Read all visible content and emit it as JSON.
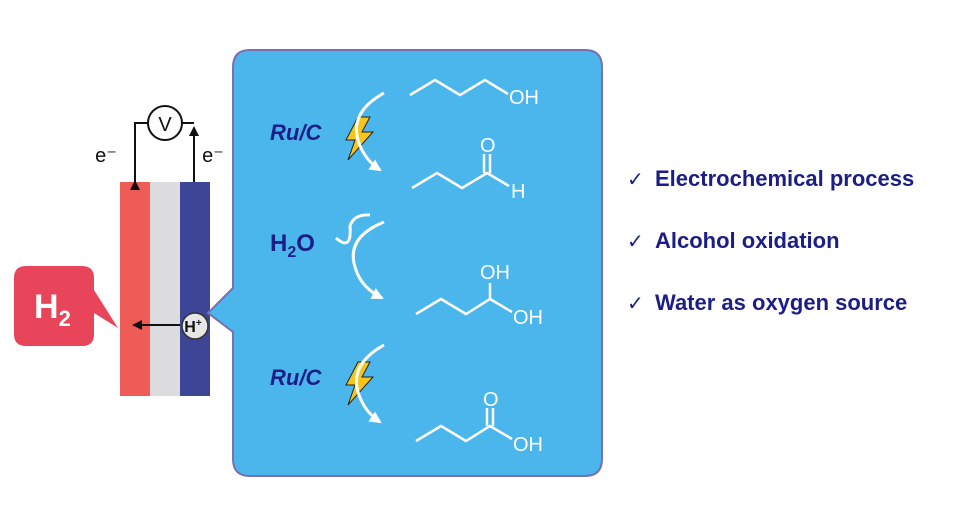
{
  "cell": {
    "electron_left": "e⁻",
    "electron_right": "e⁻",
    "voltmeter": "V",
    "proton": "H",
    "proton_charge": "+",
    "product_main": "H",
    "product_sub": "2"
  },
  "reaction": {
    "catalyst_1": "Ru/C",
    "water_main": "H",
    "water_sub": "2",
    "water_end": "O",
    "catalyst_2": "Ru/C",
    "oh_1": "OH",
    "o_aldehyde": "O",
    "h_aldehyde": "H",
    "oh_hydrate_top": "OH",
    "oh_hydrate_bottom": "OH",
    "o_acid": "O",
    "oh_acid": "OH"
  },
  "features": [
    {
      "check": "✓",
      "label": "Electrochemical process"
    },
    {
      "check": "✓",
      "label": "Alcohol oxidation"
    },
    {
      "check": "✓",
      "label": "Water as oxygen source"
    }
  ],
  "colors": {
    "panel": "#4ab6ec",
    "panel_border": "#7a6fb0",
    "cathode": "#ef5b57",
    "membrane": "#dcdcde",
    "anode": "#3d4597",
    "h2_bubble": "#e8455a",
    "text_navy": "#1c1e86",
    "bolt": "#f5c518"
  }
}
